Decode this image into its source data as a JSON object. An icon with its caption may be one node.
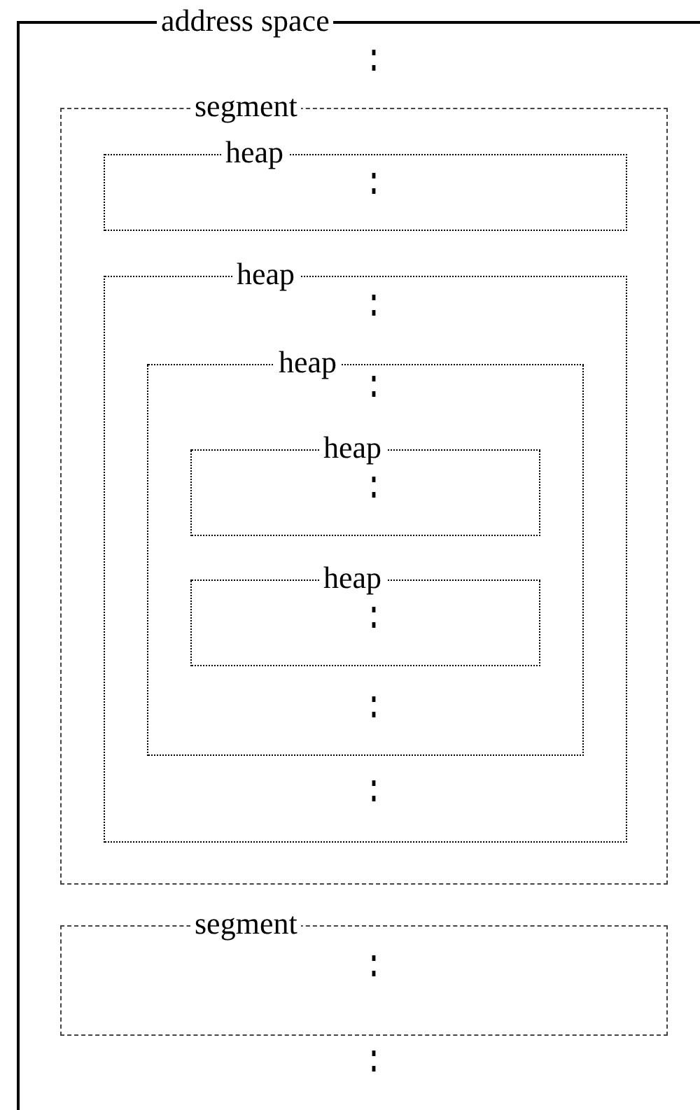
{
  "diagram": {
    "nodes": [
      {
        "text": [
          "address space"
        ]
      },
      {
        "text": [
          "segment"
        ],
        "in": 0
      },
      {
        "text": [
          "heap"
        ],
        "in": 1
      },
      {
        "text": [
          "heap"
        ],
        "in": 1
      },
      {
        "text": [
          "heap"
        ],
        "in": 3
      },
      {
        "text": [
          "heap"
        ],
        "in": 4
      },
      {
        "text": [
          "heap"
        ],
        "in": 4
      },
      {
        "text": [
          "segment"
        ],
        "in": 0
      }
    ]
  }
}
